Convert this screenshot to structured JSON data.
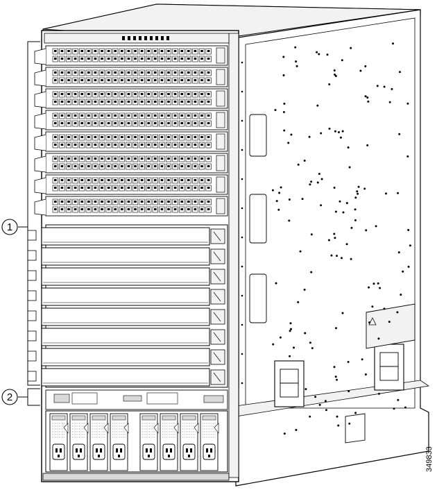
{
  "figure": {
    "callouts": [
      {
        "number": "1"
      },
      {
        "number": "2"
      }
    ],
    "figure_id": "349833",
    "colors": {
      "line": "#000000",
      "background": "#ffffff",
      "shade": "#d9d9d9",
      "panel": "#f2f2f2"
    },
    "line_card_count": 8,
    "fabric_module_count": 8,
    "power_supply_count": 8,
    "icons": [
      "chassis-drawing",
      "handle-icon",
      "warning-label-icon",
      "power-inlet-icon"
    ]
  }
}
